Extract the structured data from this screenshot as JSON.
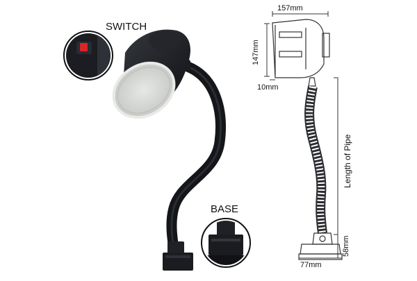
{
  "callouts": {
    "switch": "SWITCH",
    "base": "BASE"
  },
  "dimensions": {
    "head_width": "157mm",
    "head_height": "147mm",
    "neck": "10mm",
    "pipe": "Length of Pipe",
    "base_height": "58mm",
    "base_width": "77mm"
  },
  "colors": {
    "lamp_body": "#1b1d22",
    "lens": "#d7d9d6",
    "switch_red": "#d8262b",
    "line": "#333333"
  }
}
